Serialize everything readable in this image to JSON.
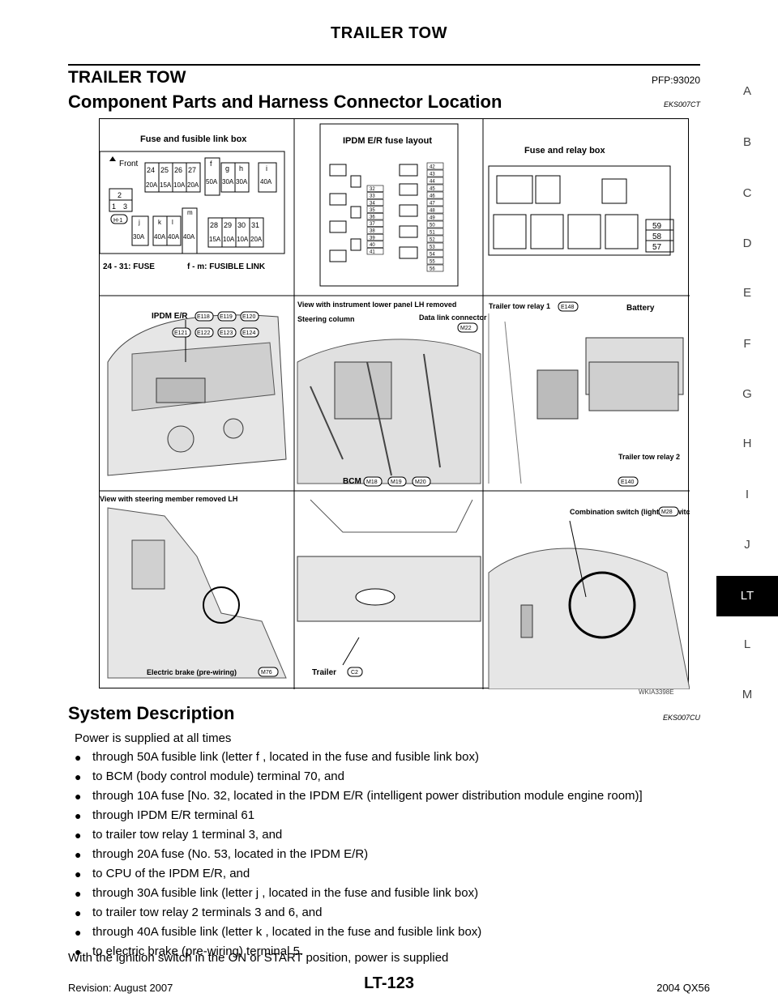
{
  "header": {
    "title": "TRAILER TOW"
  },
  "section": {
    "title": "TRAILER TOW",
    "code": "PFP:93020"
  },
  "subsection": {
    "title": "Component Parts and Harness Connector Location",
    "code": "EKS007CT"
  },
  "side_index": {
    "letters": [
      "A",
      "B",
      "C",
      "D",
      "E",
      "F",
      "G",
      "H",
      "I",
      "J",
      "LT",
      "L",
      "M"
    ],
    "active": "LT"
  },
  "figure": {
    "code": "WKIA3398E",
    "fuse_box": {
      "title": "Fuse and fusible link box",
      "front_label": "Front",
      "fuse_numbers_top": [
        "24",
        "25",
        "26",
        "27"
      ],
      "fuse_amps_top": [
        "20A",
        "15A",
        "10A",
        "20A"
      ],
      "link_letters_top": [
        "f",
        "g",
        "h",
        "i"
      ],
      "link_amps_top": [
        "50A",
        "30A",
        "30A",
        "40A"
      ],
      "small_block": [
        "2",
        "1",
        "3"
      ],
      "connector_tag": "H-1",
      "link_letters_bottom": [
        "j",
        "k",
        "l",
        "m"
      ],
      "link_amps_bottom": [
        "30A",
        "40A",
        "40A",
        "40A"
      ],
      "fuse_numbers_bottom": [
        "28",
        "29",
        "30",
        "31"
      ],
      "fuse_amps_bottom": [
        "15A",
        "10A",
        "10A",
        "20A"
      ],
      "legend_fuse": "24 - 31: FUSE",
      "legend_link": "f - m: FUSIBLE LINK"
    },
    "ipdm_layout": {
      "title": "IPDM E/R fuse layout",
      "col_a": [
        "32",
        "33",
        "34",
        "35",
        "36",
        "37",
        "38",
        "39",
        "40",
        "41"
      ],
      "col_b": [
        "42",
        "43",
        "44",
        "45",
        "46",
        "47",
        "48",
        "49",
        "50",
        "51",
        "52",
        "53",
        "54",
        "55",
        "56"
      ]
    },
    "relay_box": {
      "title": "Fuse and relay box",
      "slots": [
        "59",
        "58",
        "57"
      ]
    },
    "engine_room": {
      "label": "IPDM E/R",
      "connectors_row1": [
        "E118",
        "E119",
        "E120"
      ],
      "connectors_row2": [
        "E121",
        "E122",
        "E123",
        "E124"
      ]
    },
    "instrument": {
      "title": "View with instrument lower panel LH removed",
      "steering": "Steering column",
      "data_link": "Data link connector",
      "data_link_connector": "M22",
      "bcm": "BCM",
      "bcm_connectors": [
        "M18",
        "M19",
        "M20"
      ]
    },
    "relays": {
      "relay1": "Trailer tow relay 1",
      "relay1_connector": "E148",
      "battery": "Battery",
      "relay2": "Trailer tow relay 2",
      "relay2_connector": "E140"
    },
    "steering_member": {
      "title": "View with steering member removed LH",
      "brake": "Electric brake (pre-wiring)",
      "brake_connector": "M76"
    },
    "rear": {
      "trailer": "Trailer",
      "trailer_connector": "C2"
    },
    "combo": {
      "label": "Combination switch (lighting switch)",
      "connector": "M28"
    }
  },
  "description": {
    "title": "System Description",
    "code": "EKS007CU",
    "intro": "Power is supplied at all times",
    "bullets": [
      "through 50A fusible link (letter f , located in the fuse and fusible link box)",
      "to BCM (body control module) terminal 70, and",
      "through 10A fuse [No. 32, located in the IPDM E/R (intelligent power distribution module engine room)]",
      "through IPDM E/R terminal 61",
      "to trailer tow relay 1 terminal 3, and",
      "through 20A fuse (No. 53, located in the IPDM E/R)",
      "to CPU of the IPDM E/R, and",
      "through 30A fusible link (letter j , located in the fuse and fusible link box)",
      "to trailer tow relay 2 terminals 3 and 6, and",
      "through 40A fusible link (letter k , located in the fuse and fusible link box)",
      "to electric brake (pre-wiring) terminal 5."
    ],
    "closing": "With the ignition switch in the ON or START position, power is supplied",
    "bullet_glyph": "●"
  },
  "footer": {
    "revision": "Revision: August 2007",
    "page": "LT-123",
    "model": "2004 QX56"
  }
}
